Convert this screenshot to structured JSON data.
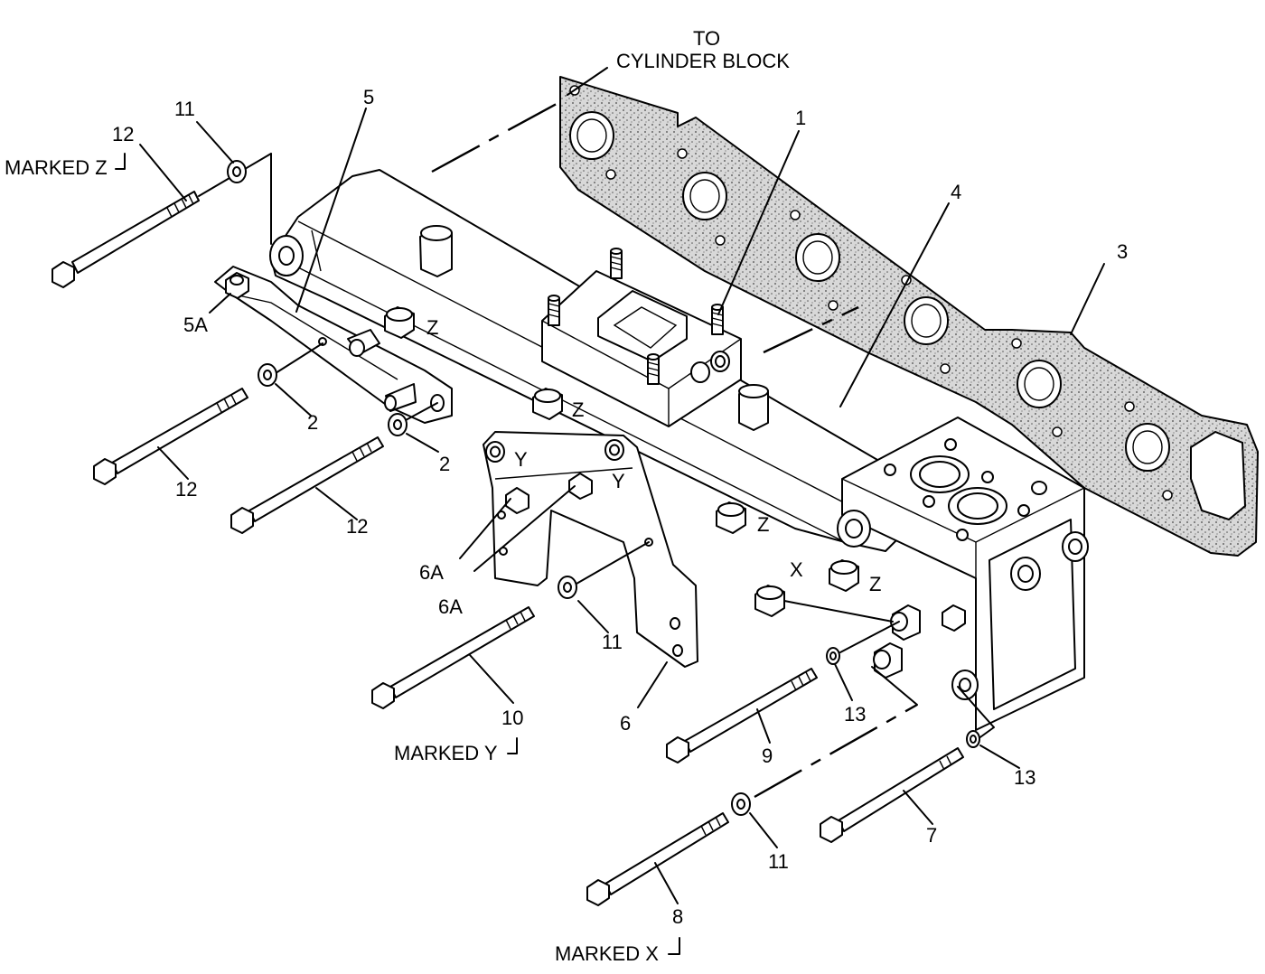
{
  "diagram": {
    "note": {
      "line1": "TO",
      "line2": "CYLINDER BLOCK"
    },
    "callouts": {
      "c1": "1",
      "c2a": "2",
      "c2b": "2",
      "c3": "3",
      "c4": "4",
      "c5": "5",
      "c5a": "5A",
      "c6": "6",
      "c6a1": "6A",
      "c6a2": "6A",
      "c7": "7",
      "c8": "8",
      "c9": "9",
      "c10": "10",
      "c11a": "11",
      "c11b": "11",
      "c11c": "11",
      "c12a": "12",
      "c12b": "12",
      "c12c": "12",
      "c13a": "13",
      "c13b": "13"
    },
    "markings": {
      "marked_z": "MARKED Z",
      "marked_y": "MARKED Y",
      "marked_x": "MARKED X"
    },
    "bolt_letters": {
      "z1": "Z",
      "z2": "Z",
      "z3": "Z",
      "z4": "Z",
      "y1": "Y",
      "y2": "Y",
      "x1": "X"
    }
  }
}
